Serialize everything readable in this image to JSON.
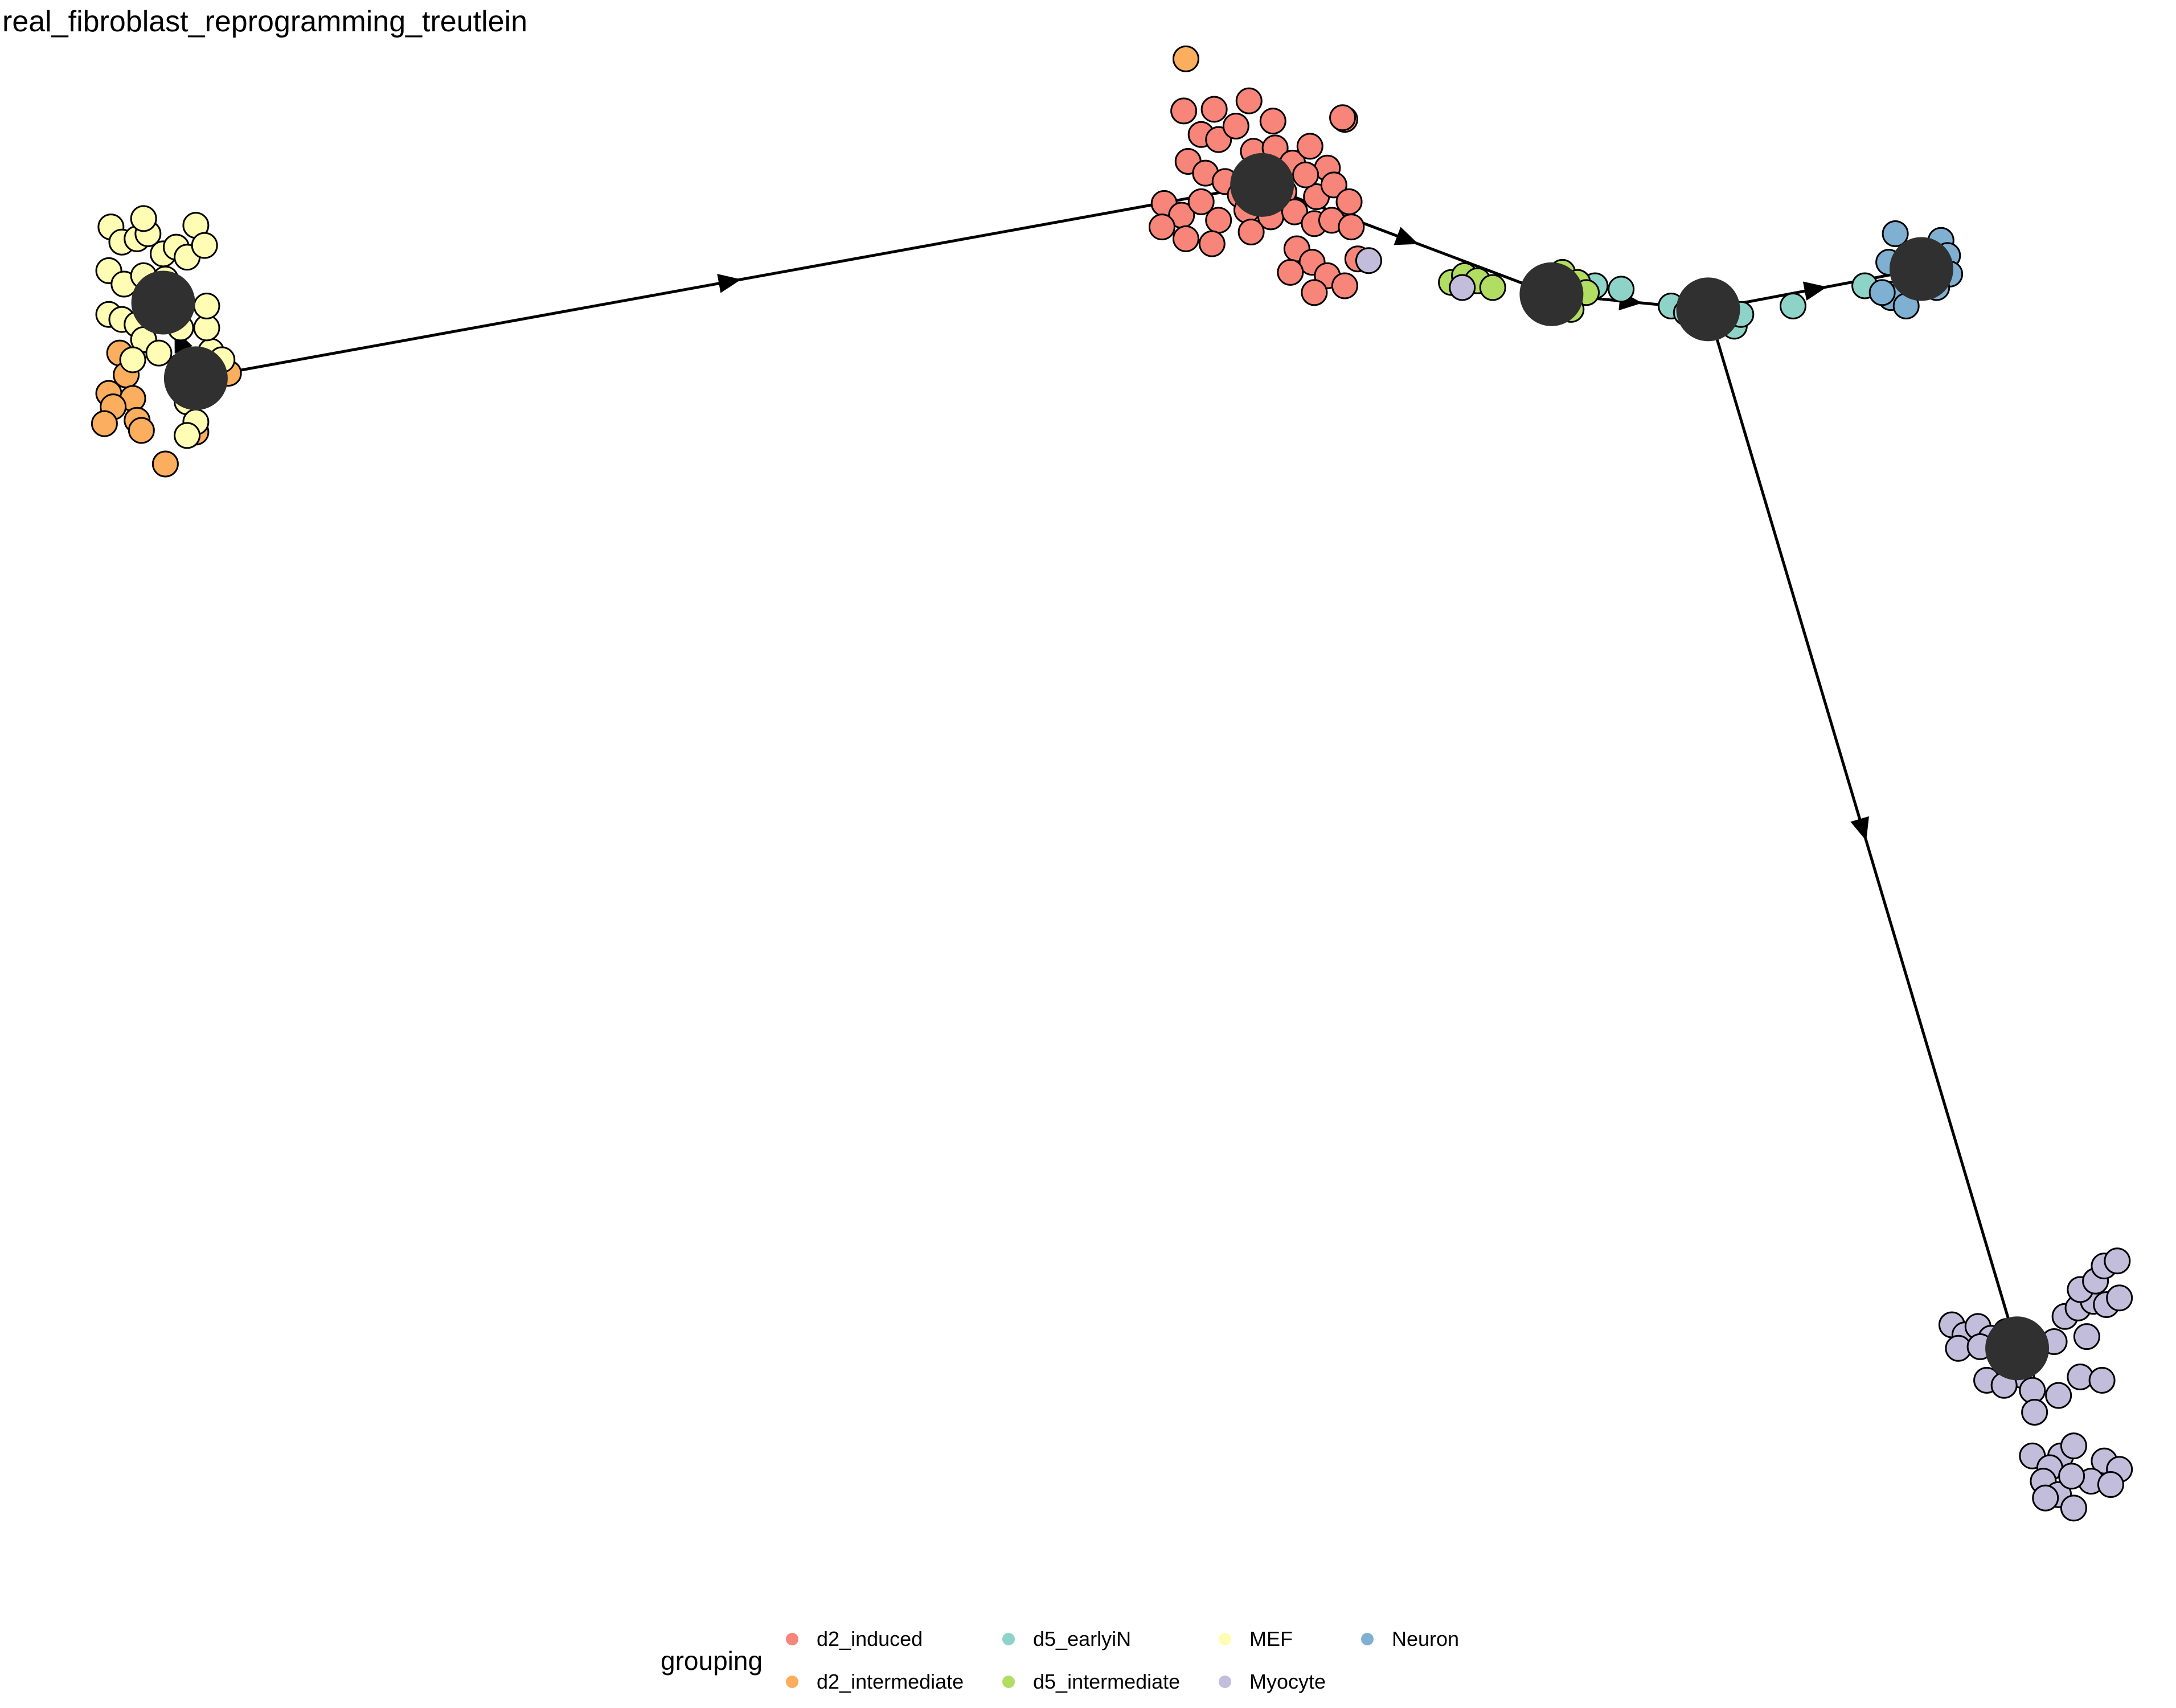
{
  "title": "real_fibroblast_reprogramming_treutlein",
  "legend": {
    "title": "grouping",
    "placement": "bottom",
    "items": [
      {
        "label": "d2_induced",
        "color": "#F8857A"
      },
      {
        "label": "d2_intermediate",
        "color": "#FBAE5E"
      },
      {
        "label": "d5_earlyiN",
        "color": "#8ED3C8"
      },
      {
        "label": "d5_intermediate",
        "color": "#B2DD63"
      },
      {
        "label": "MEF",
        "color": "#FFFDB4"
      },
      {
        "label": "Myocyte",
        "color": "#C1BDDA"
      },
      {
        "label": "Neuron",
        "color": "#7FB0D2"
      }
    ]
  },
  "chart_data": {
    "type": "scatter",
    "title": "real_fibroblast_reprogramming_treutlein",
    "xlabel": "",
    "ylabel": "",
    "axes_visible": false,
    "grid": false,
    "xlim": [
      0,
      100
    ],
    "ylim": [
      0,
      100
    ],
    "milestones": [
      {
        "id": "M1",
        "x": 7.5,
        "y": 82.0
      },
      {
        "id": "M2",
        "x": 9.0,
        "y": 77.5
      },
      {
        "id": "M3",
        "x": 58.0,
        "y": 89.0
      },
      {
        "id": "M4",
        "x": 71.3,
        "y": 82.5
      },
      {
        "id": "M5",
        "x": 78.5,
        "y": 81.6
      },
      {
        "id": "M6",
        "x": 88.3,
        "y": 84.0
      },
      {
        "id": "M7",
        "x": 92.7,
        "y": 19.8
      }
    ],
    "edges": [
      {
        "from": "M2",
        "to": "M1"
      },
      {
        "from": "M2",
        "to": "M3"
      },
      {
        "from": "M3",
        "to": "M4"
      },
      {
        "from": "M4",
        "to": "M5"
      },
      {
        "from": "M5",
        "to": "M6"
      },
      {
        "from": "M5",
        "to": "M7"
      }
    ],
    "series": [
      {
        "name": "d2_induced",
        "points": [
          [
            54.4,
            93.4
          ],
          [
            55.2,
            92.0
          ],
          [
            56.0,
            91.7
          ],
          [
            56.8,
            92.5
          ],
          [
            57.6,
            91.0
          ],
          [
            58.6,
            91.2
          ],
          [
            59.4,
            90.3
          ],
          [
            60.2,
            91.3
          ],
          [
            61.0,
            90.0
          ],
          [
            61.8,
            92.9
          ],
          [
            54.6,
            90.4
          ],
          [
            55.4,
            89.7
          ],
          [
            56.3,
            89.2
          ],
          [
            57.0,
            88.4
          ],
          [
            58.2,
            89.9
          ],
          [
            59.0,
            88.6
          ],
          [
            60.5,
            88.3
          ],
          [
            61.3,
            89.0
          ],
          [
            62.0,
            88.0
          ],
          [
            53.5,
            87.9
          ],
          [
            54.3,
            87.2
          ],
          [
            55.2,
            88.0
          ],
          [
            56.0,
            86.9
          ],
          [
            57.3,
            87.5
          ],
          [
            58.4,
            87.1
          ],
          [
            59.5,
            87.4
          ],
          [
            60.4,
            86.7
          ],
          [
            61.2,
            86.9
          ],
          [
            62.1,
            86.5
          ],
          [
            59.6,
            85.2
          ],
          [
            60.3,
            84.4
          ],
          [
            61.0,
            83.6
          ],
          [
            61.8,
            83.0
          ],
          [
            60.4,
            82.6
          ],
          [
            59.3,
            83.8
          ],
          [
            53.4,
            86.5
          ],
          [
            54.5,
            85.8
          ],
          [
            55.7,
            85.5
          ],
          [
            57.5,
            86.2
          ],
          [
            61.7,
            93.0
          ],
          [
            55.8,
            93.5
          ],
          [
            57.4,
            94.0
          ],
          [
            58.5,
            92.8
          ],
          [
            60.0,
            89.6
          ],
          [
            62.4,
            84.6
          ]
        ]
      },
      {
        "name": "d2_intermediate",
        "points": [
          [
            54.5,
            96.5
          ],
          [
            5.5,
            79.0
          ],
          [
            5.8,
            77.7
          ],
          [
            5.0,
            76.6
          ],
          [
            6.1,
            76.3
          ],
          [
            5.2,
            75.8
          ],
          [
            6.3,
            75.0
          ],
          [
            6.5,
            74.4
          ],
          [
            4.8,
            74.8
          ],
          [
            10.5,
            77.8
          ],
          [
            9.0,
            74.3
          ],
          [
            7.6,
            72.4
          ]
        ]
      },
      {
        "name": "d5_earlyiN",
        "points": [
          [
            73.3,
            83.0
          ],
          [
            74.5,
            82.8
          ],
          [
            76.8,
            81.8
          ],
          [
            77.5,
            81.4
          ],
          [
            78.8,
            80.9
          ],
          [
            79.7,
            80.6
          ],
          [
            80.0,
            81.3
          ],
          [
            82.4,
            81.8
          ],
          [
            85.7,
            83.0
          ],
          [
            86.8,
            82.5
          ]
        ]
      },
      {
        "name": "d5_intermediate",
        "points": [
          [
            66.7,
            83.2
          ],
          [
            67.3,
            83.6
          ],
          [
            67.9,
            83.3
          ],
          [
            68.6,
            82.9
          ],
          [
            71.0,
            83.5
          ],
          [
            71.8,
            83.8
          ],
          [
            72.5,
            83.2
          ],
          [
            72.9,
            82.6
          ],
          [
            72.2,
            81.6
          ],
          [
            71.5,
            82.2
          ]
        ]
      },
      {
        "name": "MEF",
        "points": [
          [
            5.1,
            86.5
          ],
          [
            5.6,
            85.6
          ],
          [
            6.3,
            85.8
          ],
          [
            6.8,
            86.1
          ],
          [
            7.5,
            84.9
          ],
          [
            8.1,
            85.3
          ],
          [
            8.6,
            84.7
          ],
          [
            9.0,
            86.6
          ],
          [
            9.4,
            85.4
          ],
          [
            5.0,
            83.9
          ],
          [
            5.7,
            83.1
          ],
          [
            6.6,
            83.6
          ],
          [
            7.1,
            82.8
          ],
          [
            7.6,
            83.4
          ],
          [
            8.0,
            82.2
          ],
          [
            5.0,
            81.3
          ],
          [
            5.6,
            81.0
          ],
          [
            6.3,
            80.7
          ],
          [
            7.3,
            81.6
          ],
          [
            8.3,
            80.5
          ],
          [
            6.6,
            79.8
          ],
          [
            6.1,
            78.6
          ],
          [
            8.3,
            78.2
          ],
          [
            9.7,
            79.1
          ],
          [
            9.5,
            80.5
          ],
          [
            10.2,
            78.6
          ],
          [
            8.8,
            77.3
          ],
          [
            8.6,
            76.1
          ],
          [
            9.0,
            74.9
          ],
          [
            8.6,
            74.1
          ],
          [
            7.3,
            79.0
          ],
          [
            9.5,
            81.8
          ],
          [
            6.6,
            87.0
          ]
        ]
      },
      {
        "name": "Myocyte",
        "points": [
          [
            62.9,
            84.5
          ],
          [
            67.2,
            82.9
          ],
          [
            89.7,
            21.2
          ],
          [
            90.3,
            20.6
          ],
          [
            90.9,
            21.1
          ],
          [
            91.5,
            20.4
          ],
          [
            92.2,
            20.8
          ],
          [
            90.0,
            19.8
          ],
          [
            91.0,
            19.9
          ],
          [
            93.5,
            19.7
          ],
          [
            94.4,
            20.2
          ],
          [
            95.9,
            20.5
          ],
          [
            94.9,
            21.7
          ],
          [
            95.5,
            22.2
          ],
          [
            96.2,
            22.6
          ],
          [
            96.8,
            22.4
          ],
          [
            95.6,
            23.3
          ],
          [
            96.3,
            23.8
          ],
          [
            96.7,
            24.7
          ],
          [
            97.3,
            25.0
          ],
          [
            97.4,
            22.8
          ],
          [
            92.9,
            18.2
          ],
          [
            95.6,
            18.1
          ],
          [
            96.6,
            17.9
          ],
          [
            91.3,
            17.9
          ],
          [
            92.1,
            17.6
          ],
          [
            93.4,
            17.3
          ],
          [
            94.6,
            17.0
          ],
          [
            93.5,
            16.0
          ],
          [
            94.7,
            13.4
          ],
          [
            95.3,
            14.0
          ],
          [
            93.4,
            13.4
          ],
          [
            94.2,
            12.7
          ],
          [
            96.7,
            13.1
          ],
          [
            97.4,
            12.6
          ],
          [
            93.9,
            11.9
          ],
          [
            94.6,
            11.1
          ],
          [
            95.3,
            10.3
          ],
          [
            94.0,
            10.9
          ],
          [
            96.1,
            11.9
          ],
          [
            95.2,
            12.2
          ],
          [
            97.0,
            11.7
          ]
        ]
      },
      {
        "name": "Neuron",
        "points": [
          [
            87.1,
            86.1
          ],
          [
            86.8,
            84.4
          ],
          [
            87.8,
            84.3
          ],
          [
            89.2,
            85.7
          ],
          [
            89.5,
            84.8
          ],
          [
            89.6,
            83.7
          ],
          [
            89.0,
            82.9
          ],
          [
            87.8,
            82.8
          ],
          [
            86.9,
            82.3
          ],
          [
            87.6,
            81.8
          ],
          [
            86.5,
            82.6
          ],
          [
            88.9,
            84.0
          ]
        ]
      }
    ]
  }
}
